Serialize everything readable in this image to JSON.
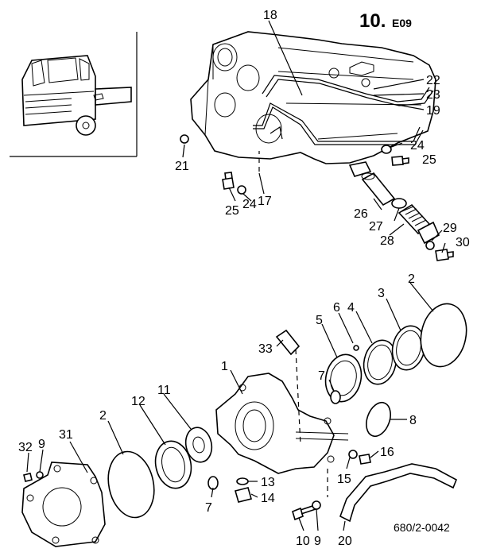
{
  "header": {
    "page_number": "10.",
    "section_code": "E09"
  },
  "footer": {
    "drawing_code": "680/2-0042"
  },
  "callouts": {
    "c1": "1",
    "c2a": "2",
    "c2b": "2",
    "c3": "3",
    "c4": "4",
    "c5": "5",
    "c6": "6",
    "c7a": "7",
    "c7b": "7",
    "c8": "8",
    "c9a": "9",
    "c9b": "9",
    "c10": "10",
    "c11": "11",
    "c12": "12",
    "c13": "13",
    "c14": "14",
    "c15": "15",
    "c16": "16",
    "c17": "17",
    "c18": "18",
    "c19": "19",
    "c20": "20",
    "c21": "21",
    "c22": "22",
    "c23": "23",
    "c24a": "24",
    "c24b": "24",
    "c25a": "25",
    "c25b": "25",
    "c26": "26",
    "c27": "27",
    "c28": "28",
    "c29": "29",
    "c30": "30",
    "c31": "31",
    "c32": "32",
    "c33": "33"
  }
}
